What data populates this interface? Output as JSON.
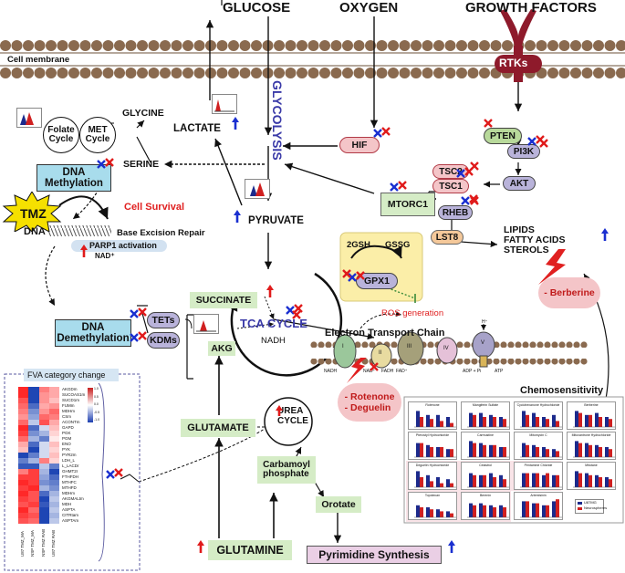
{
  "top": {
    "glucose": "GLUCOSE",
    "oxygen": "OXYGEN",
    "growth_factors": "GROWTH FACTORS"
  },
  "membrane": {
    "label": "Cell membrane",
    "rtks": "RTKs"
  },
  "pathway": {
    "glycine": "GLYCINE",
    "serine": "SERINE",
    "folate": "Folate\nCycle",
    "met": "MET\nCycle",
    "dna_methylation": "DNA\nMethylation",
    "tmz": "TMZ",
    "cell_survival": "Cell Survival",
    "dna": "DNA",
    "ber": "Base Excision Repair",
    "parp1": "PARP1 activation",
    "nad": "NAD⁺",
    "lactate": "LACTATE",
    "glycolysis": "GLYCOLYSIS",
    "pyruvate": "PYRUVATE",
    "hif": "HIF",
    "pten": "PTEN",
    "pi3k": "PI3K",
    "akt": "AKT",
    "tsc2": "TSC2",
    "tsc1": "TSC1",
    "mtorc1": "MTORC1",
    "rheb": "RHEB",
    "lst8": "LST8",
    "lipids": "LIPIDS\nFATTY ACIDS\nSTEROLS",
    "berberine": "- Berberine",
    "gsh": "2GSH",
    "gssg": "GSSG",
    "gpx1": "GPX1",
    "ros": "ROS generation",
    "succinate": "SUCCINATE",
    "tca": "TCA CYCLE",
    "nadh": "NADH",
    "akg": "AKG",
    "tets": "TETs",
    "kdms": "KDMs",
    "dna_demethylation": "DNA\nDemethylation",
    "etc": "Electron Transport Chain",
    "rotenone": "- Rotenone\n- Deguelin",
    "glutamate": "GLUTAMATE",
    "urea": "UREA\nCYCLE",
    "carbamoyl": "Carbamoyl\nphosphate",
    "orotate": "Orotate",
    "glutamine": "GLUTAMINE",
    "pyrimidine": "Pyrimidine Synthesis",
    "chemosensitivity": "Chemosensitivity"
  },
  "etc_labels": {
    "c1": "I",
    "c2": "II",
    "c3": "III",
    "c4": "IV",
    "c5": "V",
    "nadh": "NADH",
    "nad": "NAD⁺",
    "fadh": "FADH",
    "fad": "FAD⁺",
    "adp": "ADP + Pi",
    "atp": "ATP",
    "h": "H⁺"
  },
  "fva": {
    "title": "FVA category change",
    "rows": [
      "AKGDm",
      "SUCOAS1m",
      "SUCD1m",
      "FUMm",
      "MDHm",
      "CSm",
      "ACONTm",
      "GAPD",
      "PGK",
      "PGM",
      "ENO",
      "PYK",
      "PYR2m",
      "LDH_L",
      "L_LACDr",
      "GHMT2r",
      "FTHFDH",
      "MTHFC",
      "MTHFD",
      "MDHm",
      "AKGMALtm",
      "MDH",
      "ASPTA",
      "CITRtam",
      "ASPTAm"
    ],
    "cols": [
      "U87 TMZ_MA",
      "NSP TMZ_MA",
      "NSP TMZ RAB",
      "U87 TMZ RAB"
    ],
    "scale": [
      "1.0",
      "0.5",
      "0.0",
      "-0.5",
      "-1.0"
    ]
  },
  "chemo_panels": [
    {
      "title": "Rotenone"
    },
    {
      "title": "Mangiferin Sulfate"
    },
    {
      "title": "Cyclohexanone Hydrochloride"
    },
    {
      "title": "Berberine"
    },
    {
      "title": "Pterostyl Hydrochloride"
    },
    {
      "title": "Carmustine"
    },
    {
      "title": "Mitomycin C"
    },
    {
      "title": "Mitoxantrone Hydrochloride"
    },
    {
      "title": "Deguelin Hydrochloride"
    },
    {
      "title": "Celastrol"
    },
    {
      "title": "Pentamine Chloride"
    },
    {
      "title": "Mitotane"
    },
    {
      "title": "Topotecan"
    },
    {
      "title": "Berenin"
    },
    {
      "title": "Artemisinin"
    },
    {
      "title": ""
    }
  ],
  "chemo_legend": [
    "U87MG",
    "Neurospheres"
  ],
  "colors": {
    "membrane": "#8a6a4f",
    "rtk": "#8e1a2b",
    "green": "#d5ecc6",
    "blue_box": "#a8dcec",
    "up_arrow_red": "#e01b1b",
    "up_arrow_blue": "#1a2fd0",
    "glycolysis_text": "#3a3aa8"
  }
}
